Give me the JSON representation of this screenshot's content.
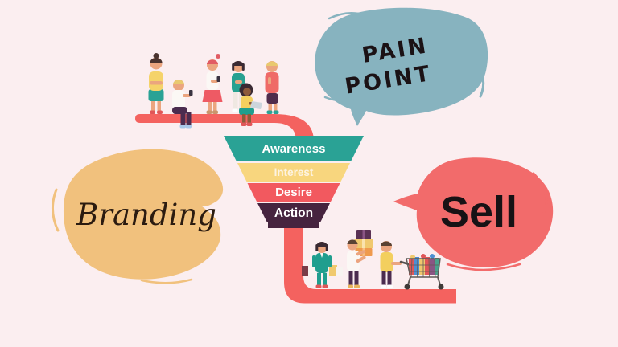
{
  "title": "Marketing sales funnel illustration",
  "background_color": "#fbeef0",
  "path_color": "#f4625f",
  "funnel": {
    "type": "funnel",
    "stages": [
      {
        "label": "Awareness",
        "color": "#2aa295",
        "text_color": "#ffffff"
      },
      {
        "label": "Interest",
        "color": "#f8d67e",
        "text_color": "#fdf3e2"
      },
      {
        "label": "Desire",
        "color": "#f2595f",
        "text_color": "#ffffff"
      },
      {
        "label": "Action",
        "color": "#46243f",
        "text_color": "#ffffff"
      }
    ]
  },
  "bubbles": {
    "pain_point": {
      "line1": "PAIN",
      "line2": "POINT",
      "fill": "#87b3bf",
      "text_color": "#1b1215"
    },
    "branding": {
      "label": "Branding",
      "fill": "#f1c17d",
      "text_color": "#2b1b10"
    },
    "sell": {
      "label": "Sell",
      "fill": "#f26b6b",
      "text_color": "#171215"
    }
  },
  "illustrations": {
    "top_group": "audience-people-on-red-path",
    "bottom_group": "shoppers-with-purchases-on-red-path",
    "icons": [
      "smartphone-icon",
      "laptop-icon",
      "shopping-bags-icon",
      "gift-boxes-icon",
      "shopping-cart-icon"
    ]
  }
}
